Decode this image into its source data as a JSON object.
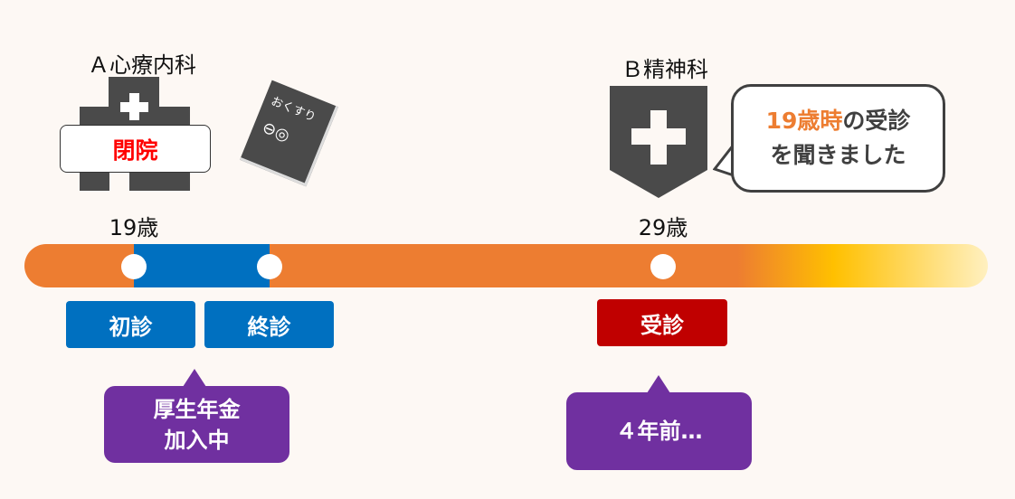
{
  "clinic_a": {
    "title": "Ａ心療内科",
    "sign": "閉院"
  },
  "medicine_book": {
    "label": "おくすり"
  },
  "clinic_b": {
    "title": "Ｂ精神科"
  },
  "bubble": {
    "highlight": "19歳時",
    "rest1": "の受診",
    "line2": "を聞きました"
  },
  "timeline": {
    "age1": "19歳",
    "age2": "29歳"
  },
  "labels": {
    "first": "初診",
    "last": "終診",
    "visit": "受診"
  },
  "callouts": {
    "pension_line1": "厚生年金",
    "pension_line2": "加入中",
    "before": "４年前…"
  },
  "colors": {
    "orange": "#ED7D31",
    "blue": "#0070C0",
    "red": "#C00000",
    "purple": "#7030A0",
    "dark": "#4A4A4A"
  }
}
